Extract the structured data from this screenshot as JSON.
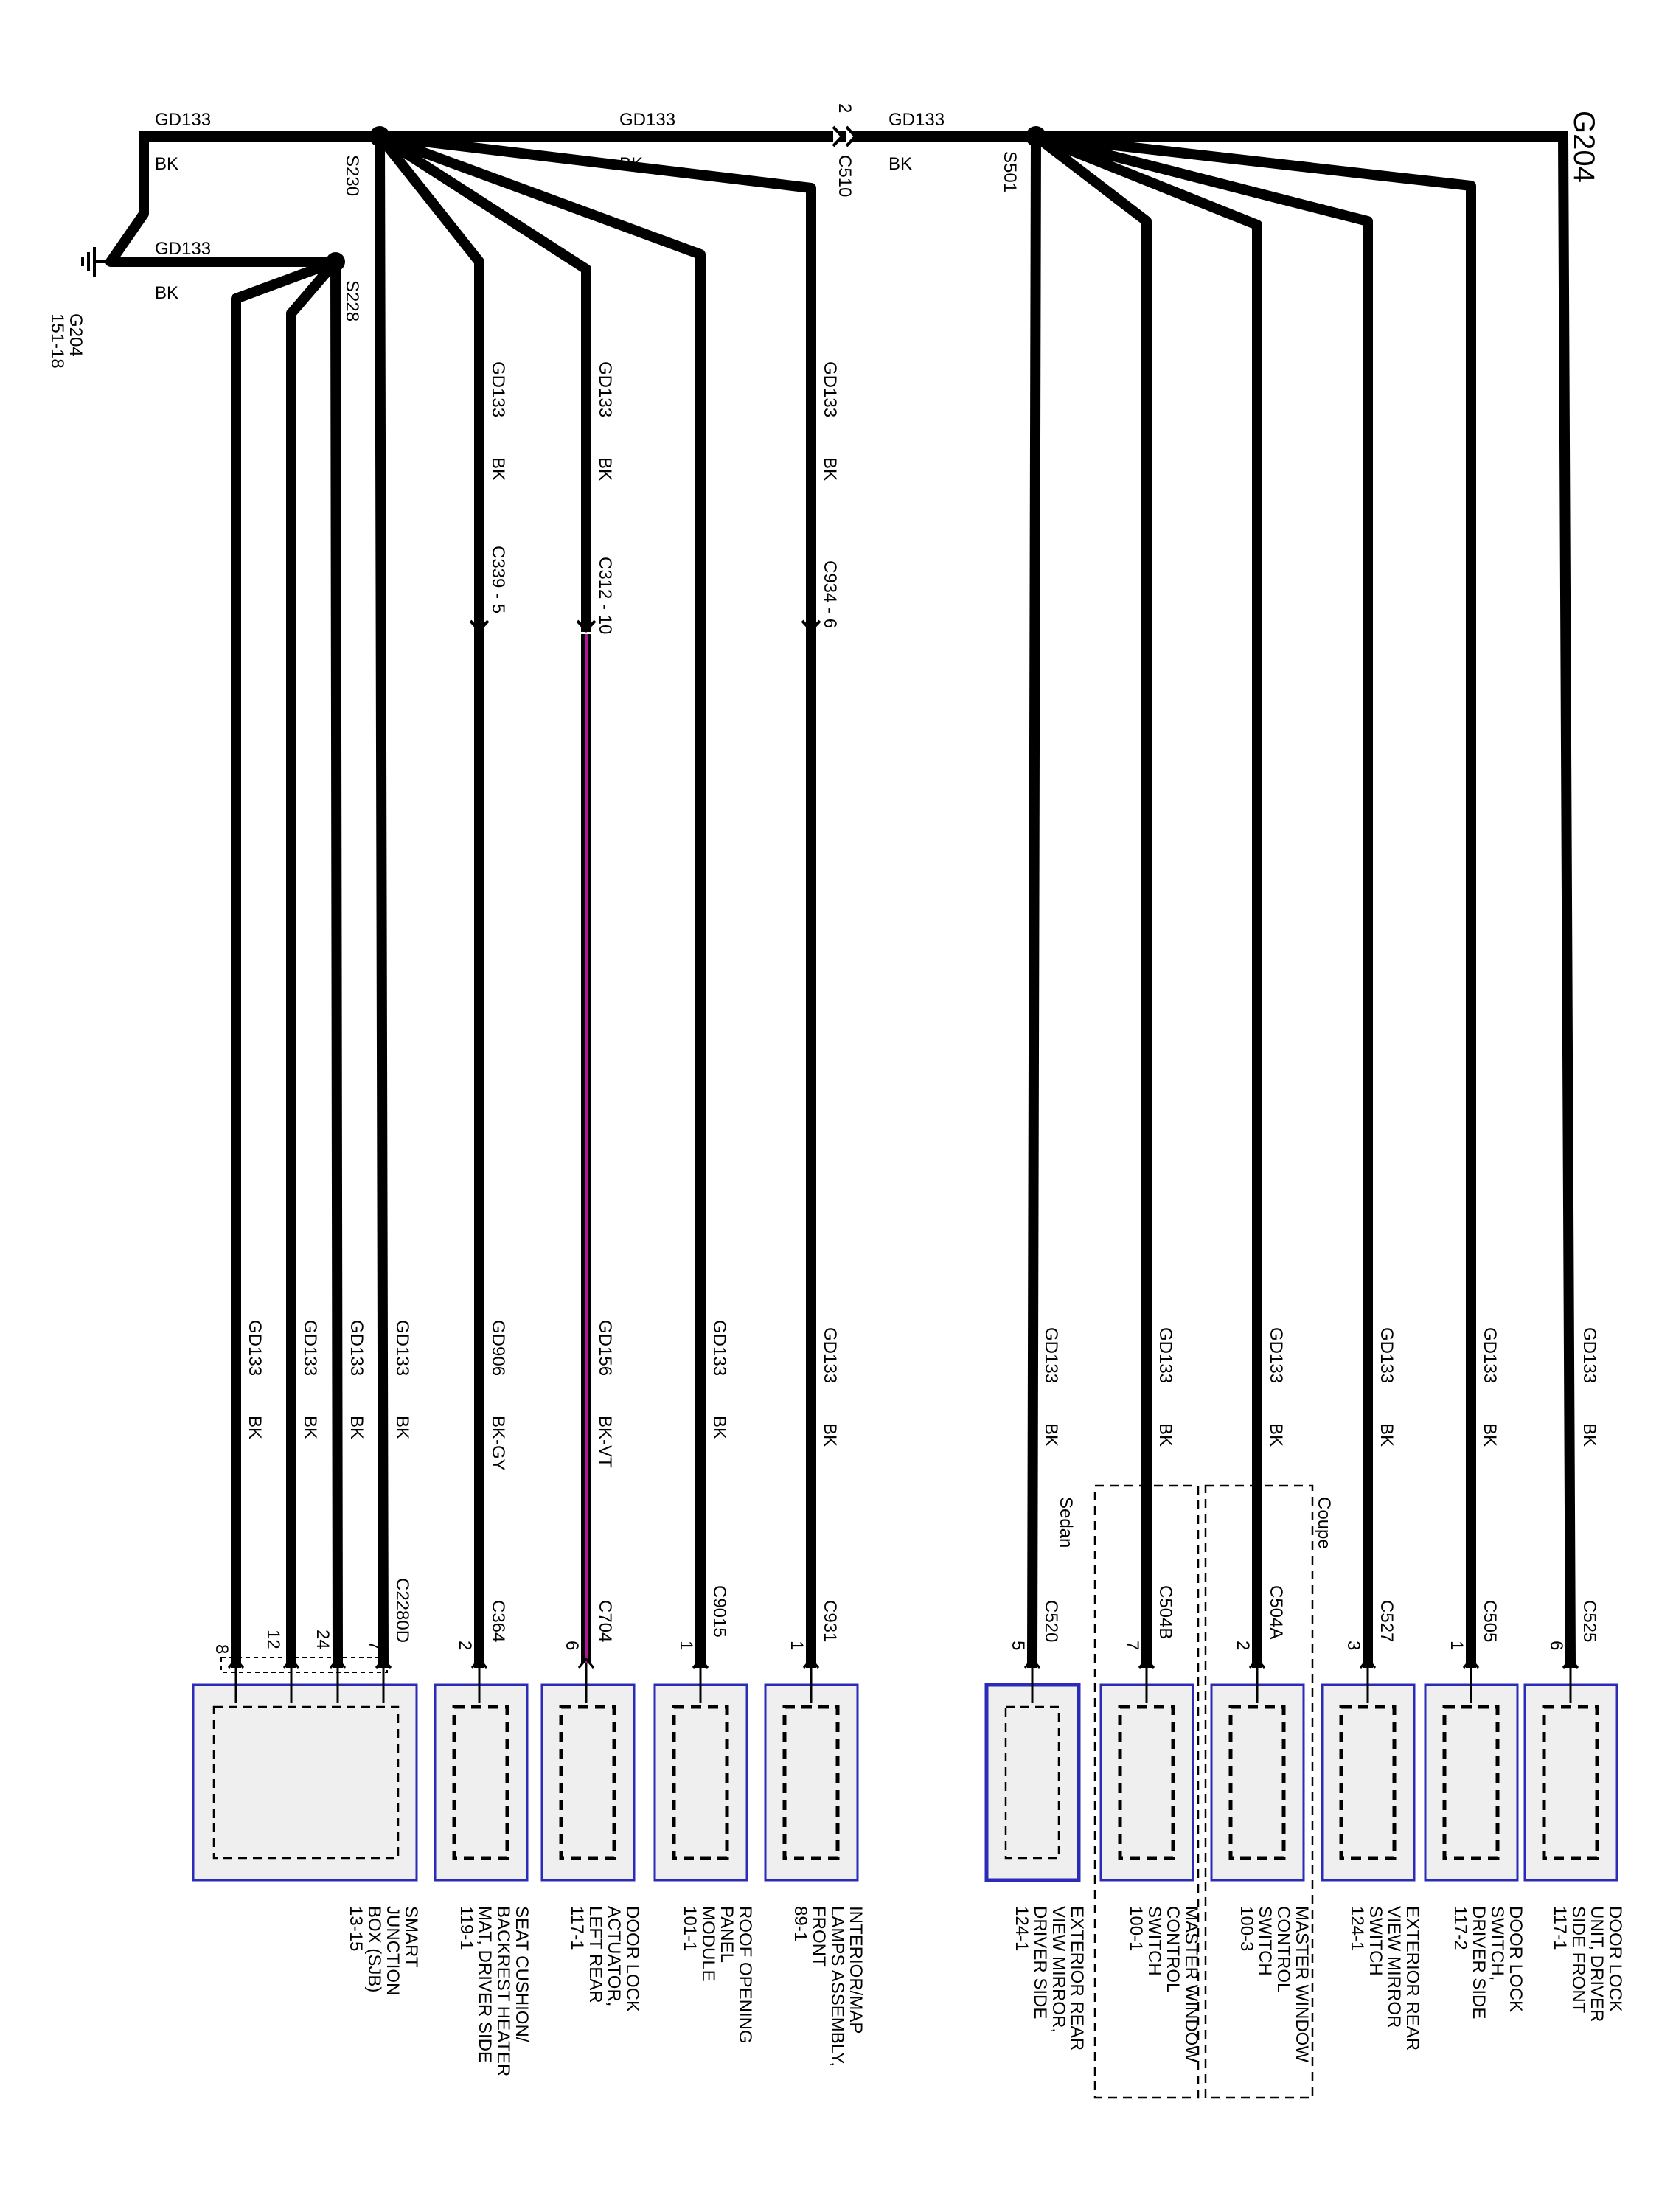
{
  "ground": {
    "name": "G204",
    "ref_code": "151-18"
  },
  "splices": [
    "S230",
    "S228",
    "S501"
  ],
  "inline_connectors": {
    "c510": {
      "name": "C510",
      "pin": "2"
    }
  },
  "top_bus": {
    "circuit": "GD133",
    "color": "BK"
  },
  "branch_connectors": [
    "C339 - 5",
    "C312 - 10",
    "C934 - 6"
  ],
  "groups": {
    "sedan": "Sedan",
    "coupe": "Coupe"
  },
  "wires": [
    {
      "circuit": "GD133",
      "color": "BK"
    },
    {
      "circuit": "GD133",
      "color": "BK"
    },
    {
      "circuit": "GD133",
      "color": "BK"
    },
    {
      "circuit": "GD133",
      "color": "BK"
    },
    {
      "circuit": "GD906",
      "color": "BK-GY"
    },
    {
      "circuit": "GD156",
      "color": "BK-VT"
    },
    {
      "circuit": "GD133",
      "color": "BK"
    },
    {
      "circuit": "GD133",
      "color": "BK"
    },
    {
      "circuit": "GD133",
      "color": "BK"
    },
    {
      "circuit": "GD133",
      "color": "BK"
    },
    {
      "circuit": "GD133",
      "color": "BK"
    },
    {
      "circuit": "GD133",
      "color": "BK"
    },
    {
      "circuit": "GD133",
      "color": "BK"
    },
    {
      "circuit": "GD133",
      "color": "BK"
    }
  ],
  "components": [
    {
      "connector": "C2280D",
      "pins": [
        "8",
        "12",
        "24",
        "7"
      ],
      "label": [
        "SMART",
        "JUNCTION",
        "BOX (SJB)",
        "13-15"
      ]
    },
    {
      "connector": "C364",
      "pins": [
        "2"
      ],
      "label": [
        "SEAT CUSHION/",
        "BACKREST HEATER",
        "MAT, DRIVER SIDE",
        "119-1"
      ]
    },
    {
      "connector": "C704",
      "pins": [
        "6"
      ],
      "label": [
        "DOOR LOCK",
        "ACTUATOR,",
        "LEFT REAR",
        "117-1"
      ]
    },
    {
      "connector": "C9015",
      "pins": [
        "1"
      ],
      "label": [
        "ROOF OPENING",
        "PANEL",
        "MODULE",
        "101-1"
      ]
    },
    {
      "connector": "C931",
      "pins": [
        "1"
      ],
      "label": [
        "INTERIOR/MAP",
        "LAMPS ASSEMBLY,",
        "FRONT",
        "89-1"
      ]
    },
    {
      "connector": "C520",
      "pins": [
        "5"
      ],
      "label": [
        "EXTERIOR REAR",
        "VIEW MIRROR,",
        "DRIVER SIDE",
        "124-1"
      ]
    },
    {
      "connector": "C504B",
      "pins": [
        "7"
      ],
      "label": [
        "MASTER WINDOW",
        "CONTROL",
        "SWITCH",
        "100-1"
      ]
    },
    {
      "connector": "C504A",
      "pins": [
        "2"
      ],
      "label": [
        "MASTER WINDOW",
        "CONTROL",
        "SWITCH",
        "100-3"
      ]
    },
    {
      "connector": "C527",
      "pins": [
        "3"
      ],
      "label": [
        "EXTERIOR REAR",
        "VIEW MIRROR",
        "SWITCH",
        "124-1"
      ]
    },
    {
      "connector": "C505",
      "pins": [
        "1"
      ],
      "label": [
        "DOOR LOCK",
        "SWITCH,",
        "DRIVER SIDE",
        "117-2"
      ]
    },
    {
      "connector": "C525",
      "pins": [
        "6"
      ],
      "label": [
        "DOOR LOCK",
        "UNIT, DRIVER",
        "SIDE FRONT",
        "117-1"
      ]
    }
  ]
}
